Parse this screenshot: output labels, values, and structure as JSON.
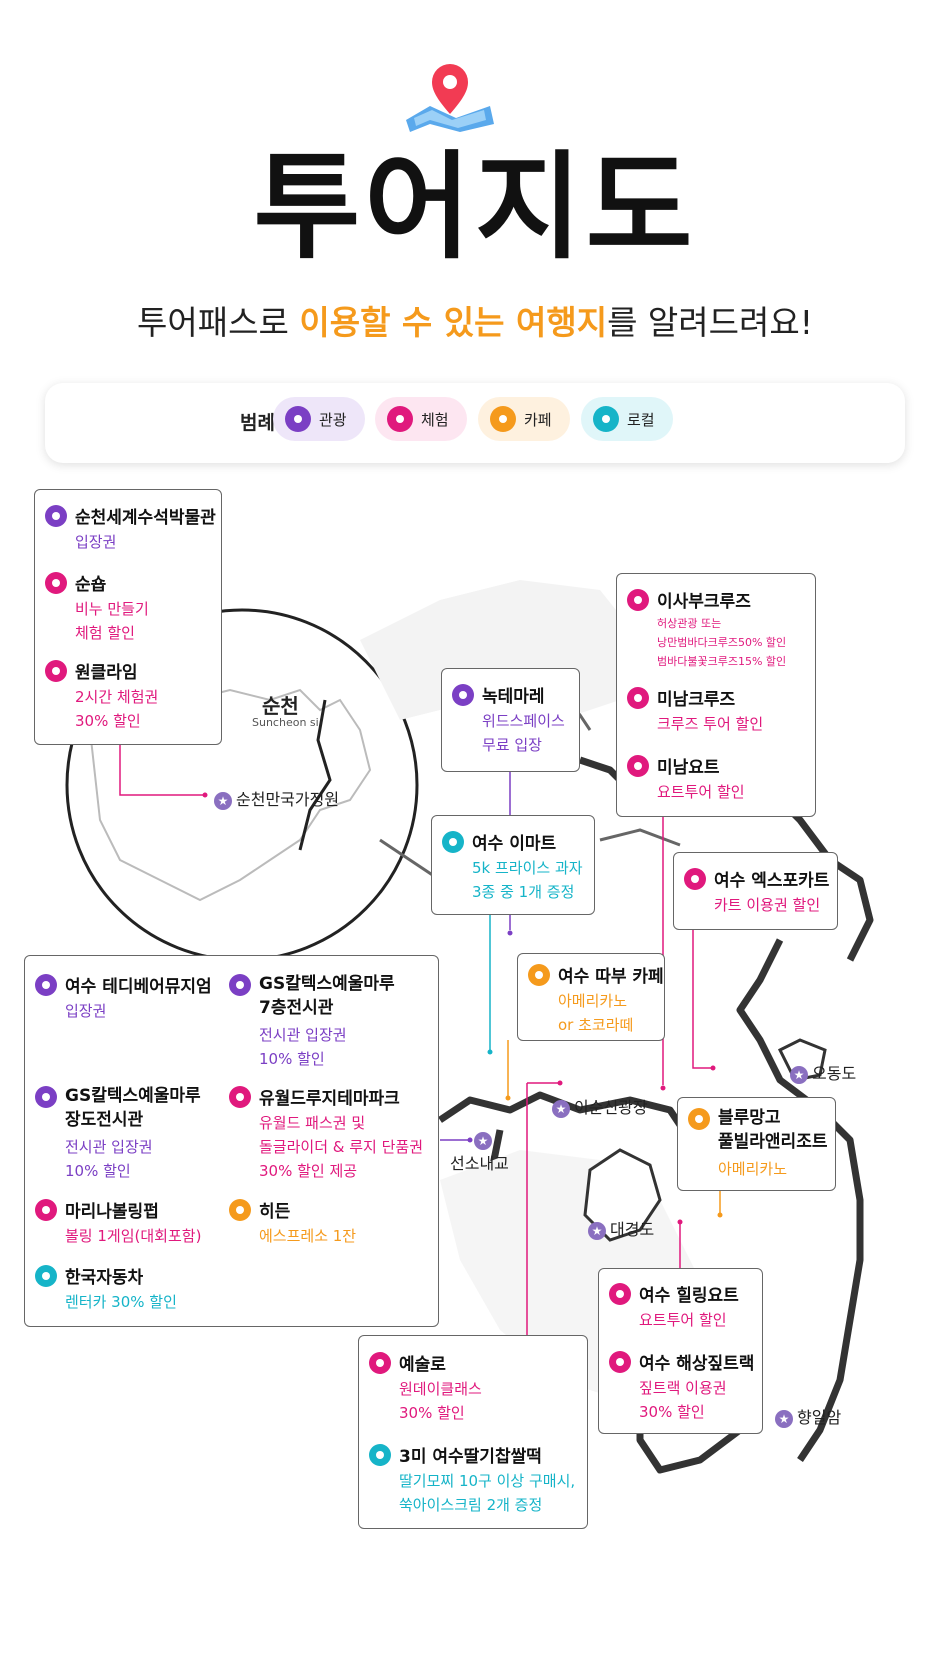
{
  "header": {
    "title": "투어지도",
    "subtitle_pre": "투어패스로 ",
    "subtitle_highlight_1": "이용할 수 있는 여행지",
    "subtitle_post": "를 알려드려요!",
    "icon": "map-pin-icon"
  },
  "legend": {
    "title": "범례",
    "items": [
      {
        "label": "관광",
        "color": "#7b3fc4",
        "bg": "#eee6f9"
      },
      {
        "label": "체험",
        "color": "#e0197d",
        "bg": "#fde6f1"
      },
      {
        "label": "카페",
        "color": "#f59a1c",
        "bg": "#fef1df"
      },
      {
        "label": "로컬",
        "color": "#16b4c8",
        "bg": "#e0f6f9"
      }
    ]
  },
  "map": {
    "region_name": "순천",
    "region_name_en": "Suncheon si",
    "places": {
      "suncheon_garden": "순천만국가정원",
      "odongdo": "오동도",
      "yisunsin": "이순신광장",
      "seonso": "선소내교",
      "daegyeongdo": "대경도",
      "hyangiram": "향일암"
    }
  },
  "cards": {
    "c1": {
      "e1": {
        "name": "순천세계수석박물관",
        "desc": "입장권"
      },
      "e2": {
        "name": "순숍",
        "desc": "비누 만들기\n체험 할인"
      },
      "e3": {
        "name": "원클라임",
        "desc": "2시간 체험권\n30% 할인"
      }
    },
    "c2": {
      "e1": {
        "name": "녹테마레",
        "desc": "위드스페이스\n무료 입장"
      }
    },
    "c3": {
      "e1": {
        "name": "이사부크루즈",
        "desc": "허상관광 또는\n낭만범바다크루즈50% 할인\n범바다불꽃크루즈15% 할인"
      },
      "e2": {
        "name": "미남크루즈",
        "desc": "크루즈 투어 할인"
      },
      "e3": {
        "name": "미남요트",
        "desc": "요트투어 할인"
      }
    },
    "c4": {
      "e1": {
        "name": "여수 이마트",
        "desc": "5k 프라이스 과자\n3종 중 1개 증정"
      }
    },
    "c5": {
      "e1": {
        "name": "여수 엑스포카트",
        "desc": "카트 이용권 할인"
      }
    },
    "c6": {
      "e1": {
        "name": "여수 따부 카페",
        "desc": "아메리카노\nor 초코라떼"
      }
    },
    "c7": {
      "e1": {
        "name": "여수 테디베어뮤지엄",
        "desc": "입장권"
      },
      "e2": {
        "name": "GS칼텍스예울마루\n7층전시관",
        "desc": "전시관 입장권\n10% 할인"
      },
      "e3": {
        "name": "GS칼텍스예울마루\n장도전시관",
        "desc": "전시관 입장권\n10% 할인"
      },
      "e4": {
        "name": "유월드루지테마파크",
        "desc": "유월드 패스권 및\n돌글라이더 & 루지 단품권\n30% 할인 제공"
      },
      "e5": {
        "name": "마리나볼링펍",
        "desc": "볼링 1게임(대회포함)"
      },
      "e6": {
        "name": "히든",
        "desc": "에스프레소 1잔"
      },
      "e7": {
        "name": "한국자동차",
        "desc": "렌터카 30% 할인"
      }
    },
    "c8": {
      "e1": {
        "name": "블루망고\n풀빌라앤리조트",
        "desc": "아메리카노"
      }
    },
    "c9": {
      "e1": {
        "name": "여수 힐링요트",
        "desc": "요트투어 할인"
      },
      "e2": {
        "name": "여수 해상짚트랙",
        "desc": "짚트랙 이용권\n30% 할인"
      }
    },
    "c10": {
      "e1": {
        "name": "예술로",
        "desc": "원데이클래스\n30% 할인"
      },
      "e2": {
        "name": "3미 여수딸기찹쌀떡",
        "desc": "딸기모찌 10구 이상 구매시,\n쑥아이스크림 2개 증정"
      }
    }
  }
}
